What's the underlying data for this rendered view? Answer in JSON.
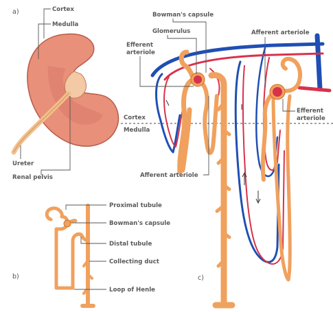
{
  "panels": {
    "a": "a)",
    "b": "b)",
    "c": "c)"
  },
  "kidney_labels": {
    "cortex": "Cortex",
    "medulla": "Medulla",
    "ureter": "Ureter",
    "renal_pelvis": "Renal pelvis"
  },
  "nephron_labels": {
    "proximal_tubule": "Proximal tubule",
    "bowmans_capsule": "Bowman's capsule",
    "distal_tubule": "Distal tubule",
    "collecting_duct": "Collecting duct",
    "loop_of_henle": "Loop of Henle"
  },
  "detail_labels": {
    "bowmans_capsule": "Bowman's capsule",
    "glomerulus": "Glomerulus",
    "efferent_arteriole_left_1": "Efferent",
    "efferent_arteriole_left_2": "arteriole",
    "afferent_arteriole_top": "Afferent arteriole",
    "efferent_arteriole_right_1": "Efferent",
    "efferent_arteriole_right_2": "arteriole",
    "cortex": "Cortex",
    "medulla": "Medulla",
    "afferent_arteriole_bottom": "Afferent arteriole"
  },
  "colors": {
    "tubule": "#f0a15e",
    "tubule_dark": "#c9732e",
    "kidney": "#e8907a",
    "kidney_dark": "#c45c4a",
    "artery": "#d8324a",
    "vein": "#1f4fb4"
  }
}
